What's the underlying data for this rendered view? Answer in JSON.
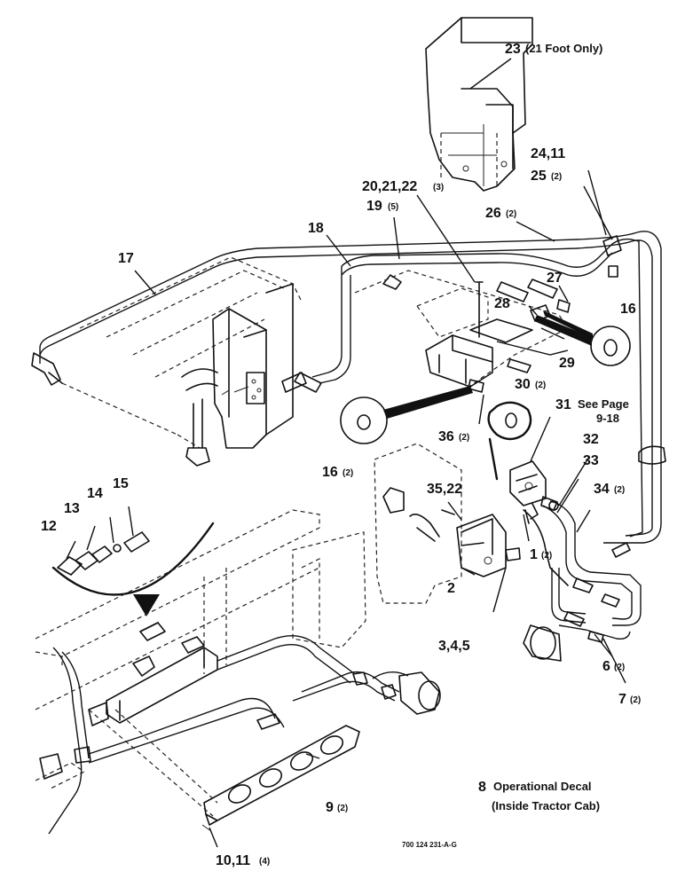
{
  "labels": {
    "c23": {
      "num": "23",
      "note": "(21 Foot Only)"
    },
    "c24_11": {
      "num": "24,11"
    },
    "c25": {
      "num": "25",
      "qty": "(2)"
    },
    "c26": {
      "num": "26",
      "qty": "(2)"
    },
    "c20_22": {
      "num": "20,21,22",
      "qty": "(3)"
    },
    "c19": {
      "num": "19",
      "qty": "(5)"
    },
    "c18": {
      "num": "18"
    },
    "c17": {
      "num": "17"
    },
    "c27": {
      "num": "27"
    },
    "c28": {
      "num": "28"
    },
    "c16a": {
      "num": "16"
    },
    "c29": {
      "num": "29"
    },
    "c30": {
      "num": "30",
      "qty": "(2)"
    },
    "c31": {
      "num": "31",
      "note1": "See Page",
      "note2": "9-18"
    },
    "c36": {
      "num": "36",
      "qty": "(2)"
    },
    "c16b": {
      "num": "16",
      "qty": "(2)"
    },
    "c32": {
      "num": "32"
    },
    "c33": {
      "num": "33"
    },
    "c34": {
      "num": "34",
      "qty": "(2)"
    },
    "c35_22": {
      "num": "35,22"
    },
    "c1": {
      "num": "1",
      "qty": "(2)"
    },
    "c12": {
      "num": "12"
    },
    "c13": {
      "num": "13"
    },
    "c14": {
      "num": "14"
    },
    "c15": {
      "num": "15"
    },
    "c2": {
      "num": "2"
    },
    "c3_5": {
      "num": "3,4,5"
    },
    "c6": {
      "num": "6",
      "qty": "(2)"
    },
    "c7": {
      "num": "7",
      "qty": "(2)"
    },
    "c8": {
      "num": "8",
      "note1": "Operational Decal",
      "note2": "(Inside Tractor Cab)"
    },
    "c9": {
      "num": "9",
      "qty": "(2)"
    },
    "c10_11": {
      "num": "10,11",
      "qty": "(4)"
    }
  },
  "drawing_code": "700 124 231-A-G"
}
